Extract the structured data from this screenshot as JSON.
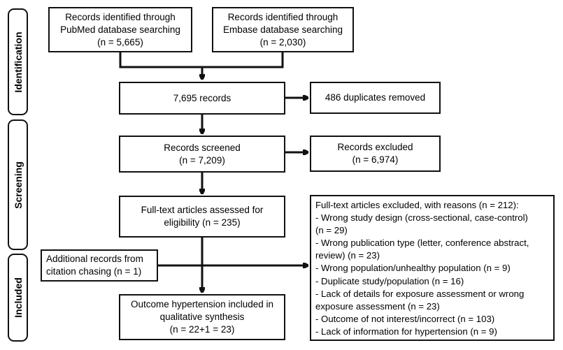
{
  "phases": {
    "identification": "Identification",
    "screening": "Screening",
    "included": "Included"
  },
  "boxes": {
    "pubmed": {
      "line1": "Records identified through",
      "line2": "PubMed database searching",
      "line3": "(n = 5,665)"
    },
    "embase": {
      "line1": "Records identified through",
      "line2": "Embase database searching",
      "line3": "(n = 2,030)"
    },
    "records": {
      "line1": "7,695 records"
    },
    "duplicates": {
      "line1": "486 duplicates removed"
    },
    "screened": {
      "line1": "Records screened",
      "line2": "(n = 7,209)"
    },
    "excluded": {
      "line1": "Records excluded",
      "line2": "(n = 6,974)"
    },
    "fulltext": {
      "line1": "Full-text articles assessed for",
      "line2": "eligibility (n = 235)"
    },
    "additional": {
      "line1": "Additional records from",
      "line2": "citation chasing (n = 1)"
    },
    "outcome": {
      "line1": "Outcome hypertension included in",
      "line2": "qualitative synthesis",
      "line3": "(n = 22+1 = 23)"
    },
    "reasons": {
      "lines": [
        "Full-text articles excluded, with reasons (n = 212):",
        "- Wrong study design (cross-sectional, case-control)",
        "(n = 29)",
        "- Wrong publication type (letter, conference abstract,",
        "review) (n = 23)",
        "- Wrong population/unhealthy population (n = 9)",
        "- Duplicate study/population (n = 16)",
        "- Lack of details for exposure assessment or wrong",
        "exposure assessment (n = 23)",
        "- Outcome of not interest/incorrect (n = 103)",
        "- Lack of information for hypertension (n = 9)"
      ]
    }
  }
}
